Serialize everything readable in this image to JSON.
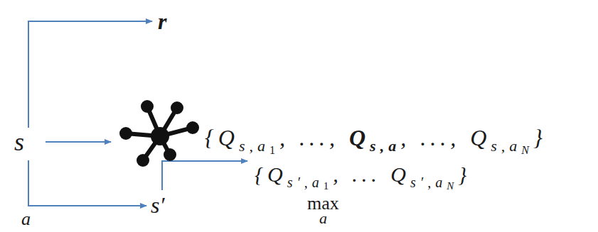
{
  "diagram": {
    "labels": [
      "r",
      "s",
      "{Q",
      "s,a",
      "1",
      ", ..., ",
      "Q",
      "s,a",
      ", ..., Q",
      "s,a",
      "N",
      "}",
      "{Q",
      "s′,a",
      "1",
      ", ... Q",
      "s′,a",
      "N",
      "}",
      "s′",
      "max",
      "a",
      "a"
    ]
  }
}
